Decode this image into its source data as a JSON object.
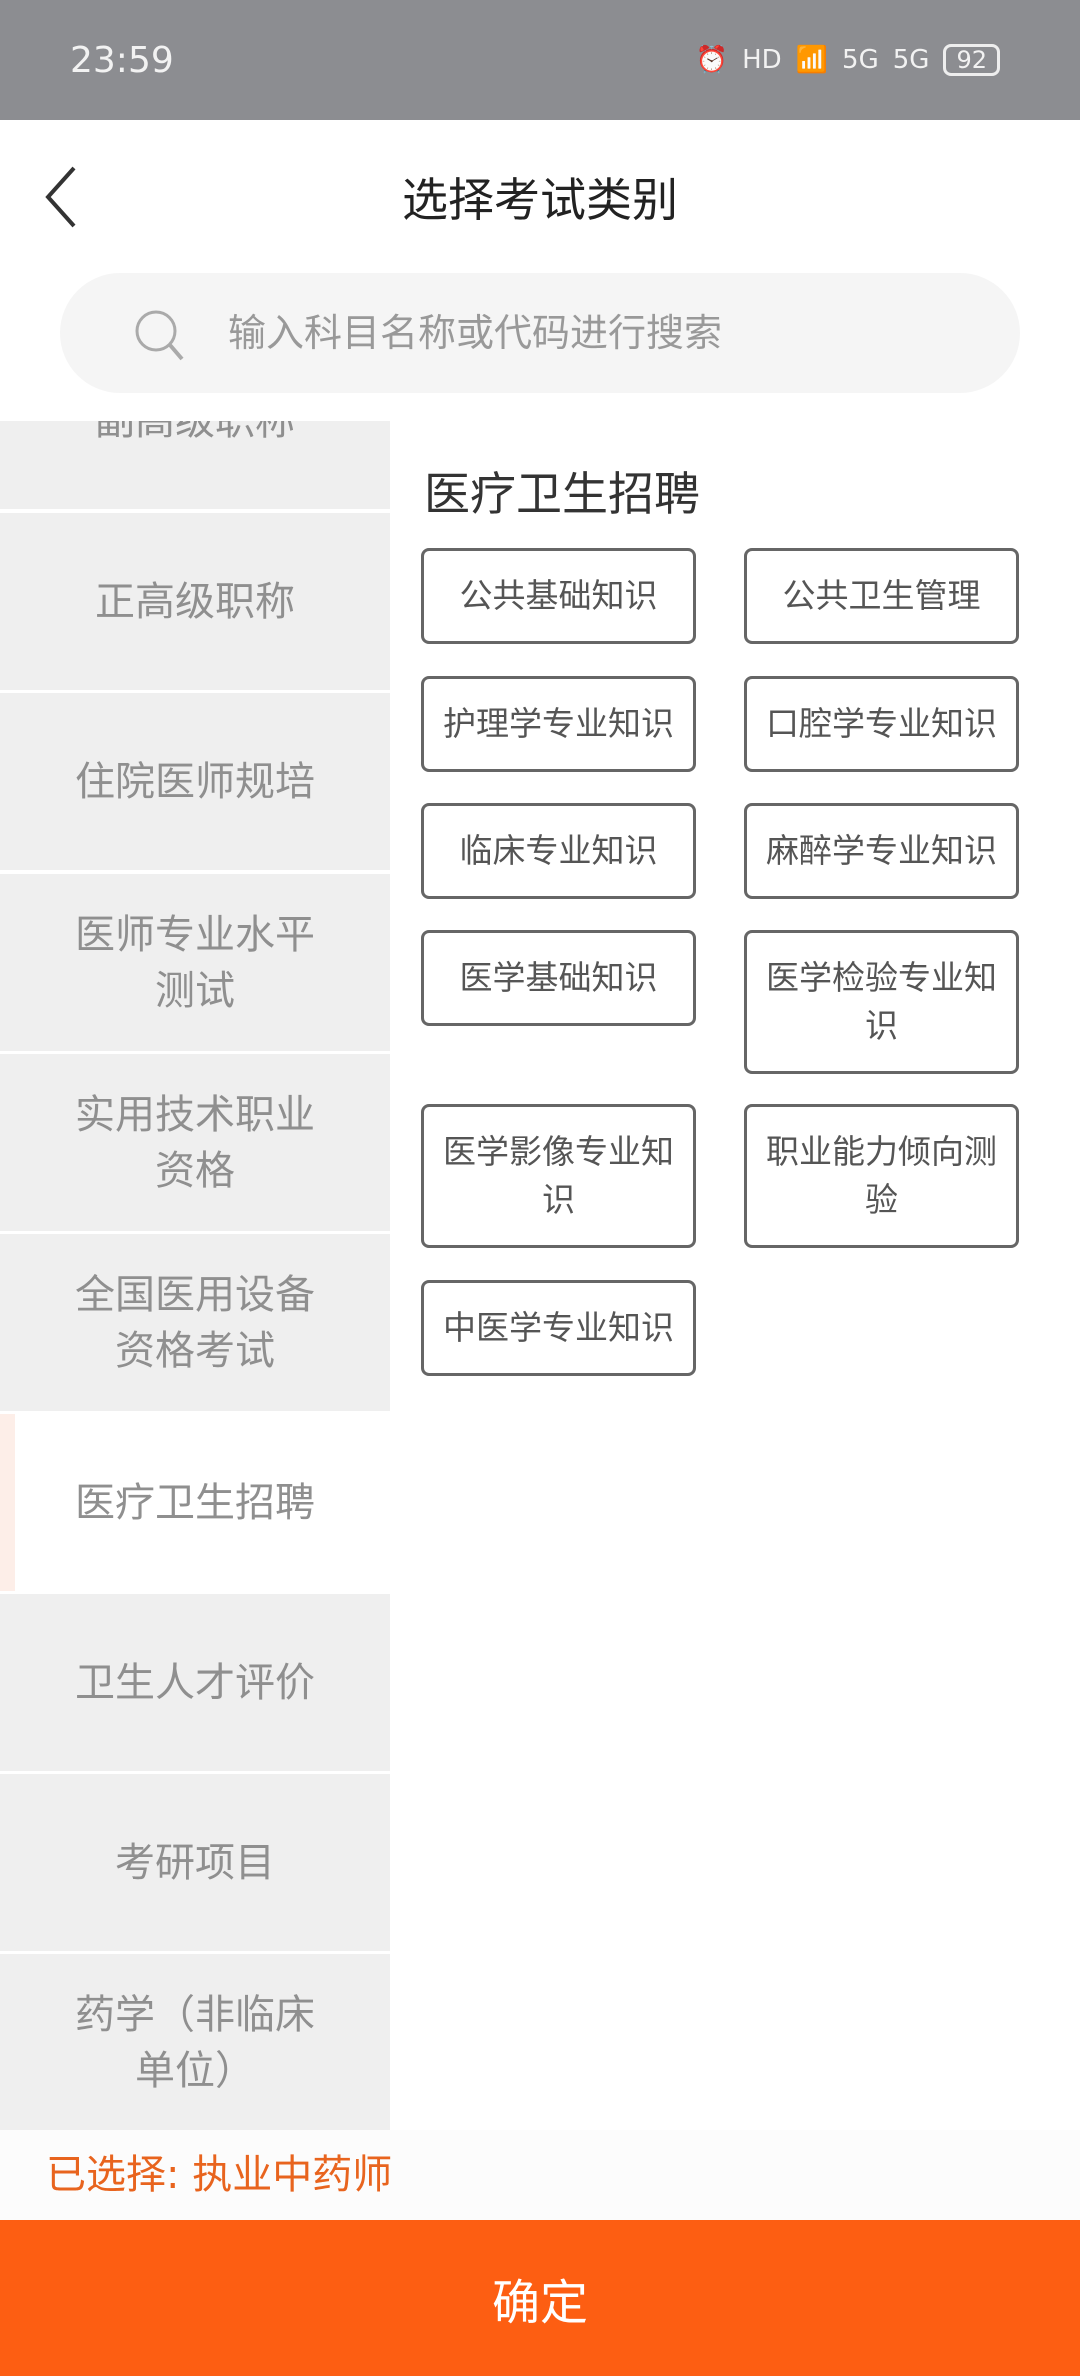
{
  "status_bar": {
    "time": "23:59",
    "hd": "HD",
    "network1": "5G",
    "network2": "5G",
    "battery": "92"
  },
  "header": {
    "title": "选择考试类别"
  },
  "search": {
    "placeholder": "输入科目名称或代码进行搜索"
  },
  "sidebar": {
    "items": [
      {
        "label": "副高级职称"
      },
      {
        "label": "正高级职称"
      },
      {
        "label": "住院医师规培"
      },
      {
        "label": "医师专业水平测试"
      },
      {
        "label": "实用技术职业资格"
      },
      {
        "label": "全国医用设备资格考试"
      },
      {
        "label": "医疗卫生招聘",
        "selected": true
      },
      {
        "label": "卫生人才评价"
      },
      {
        "label": "考研项目"
      },
      {
        "label": "药学（非临床单位）"
      }
    ]
  },
  "section": {
    "title": "医疗卫生招聘",
    "options": [
      {
        "label": "公共基础知识"
      },
      {
        "label": "公共卫生管理"
      },
      {
        "label": "护理学专业知识"
      },
      {
        "label": "口腔学专业知识"
      },
      {
        "label": "临床专业知识"
      },
      {
        "label": "麻醉学专业知识"
      },
      {
        "label": "医学基础知识"
      },
      {
        "label": "医学检验专业知识"
      },
      {
        "label": "医学影像专业知识"
      },
      {
        "label": "职业能力倾向测验"
      },
      {
        "label": "中医学专业知识"
      }
    ]
  },
  "footer": {
    "selected_text": "已选择: 执业中药师",
    "confirm_label": "确定"
  },
  "colors": {
    "accent": "#fd5e12",
    "selected_text": "#e8641e",
    "status_bar": "#8c8d91"
  }
}
